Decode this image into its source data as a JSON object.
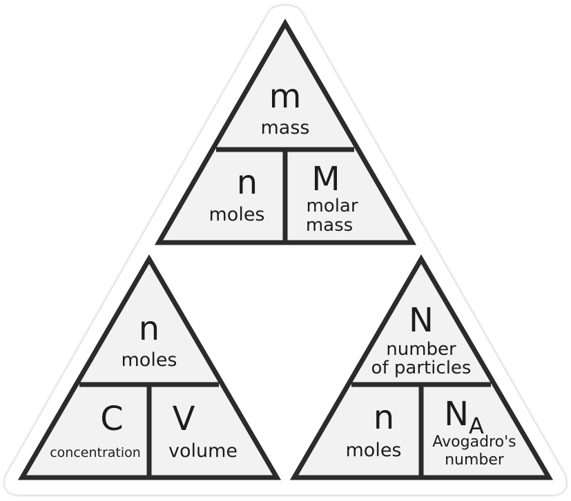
{
  "triangles": [
    {
      "id": "mass",
      "top": {
        "symbol": "m",
        "label": [
          "mass"
        ]
      },
      "left": {
        "symbol": "n",
        "label": [
          "moles"
        ]
      },
      "right": {
        "symbol": "M",
        "label": [
          "molar",
          "mass"
        ]
      }
    },
    {
      "id": "concentration",
      "top": {
        "symbol": "n",
        "label": [
          "moles"
        ]
      },
      "left": {
        "symbol": "C",
        "label": [
          "concentration"
        ]
      },
      "right": {
        "symbol": "V",
        "label": [
          "volume"
        ]
      }
    },
    {
      "id": "particles",
      "top": {
        "symbol": "N",
        "label": [
          "number",
          "of particles"
        ]
      },
      "left": {
        "symbol": "n",
        "label": [
          "moles"
        ]
      },
      "right": {
        "symbol": "N",
        "subscript": "A",
        "label": [
          "Avogadro's",
          "number"
        ]
      }
    }
  ],
  "colors": {
    "fill": "#f2f2f2",
    "stroke": "#2b2b2b",
    "text": "#1c1c1c",
    "sticker": "#ffffff"
  }
}
